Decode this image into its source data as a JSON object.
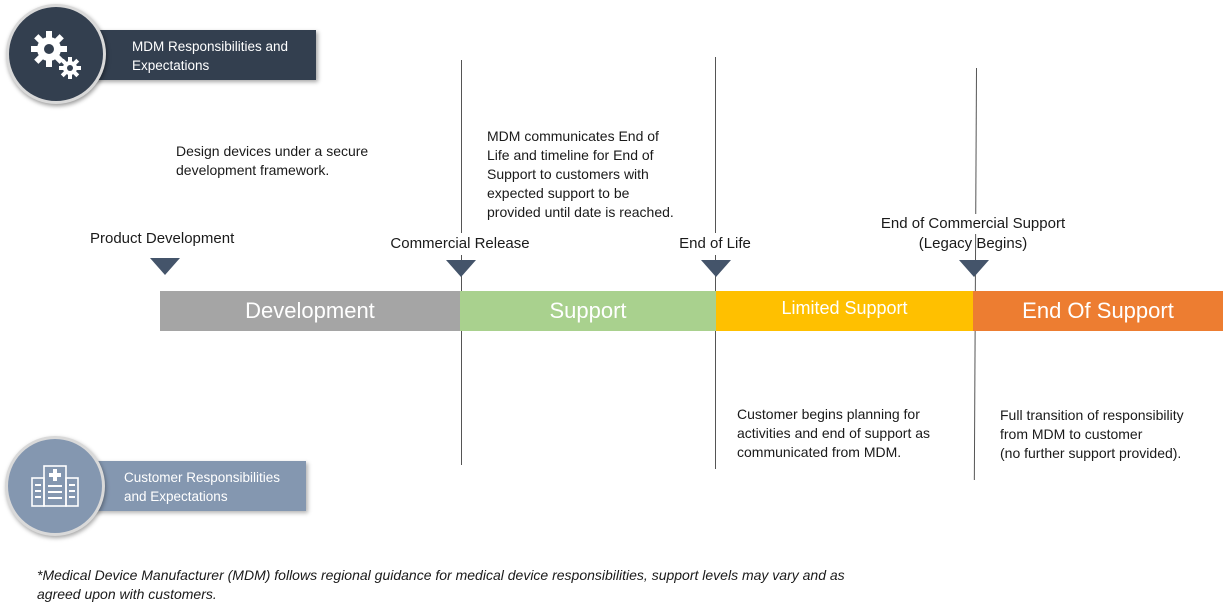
{
  "mdm": {
    "title_line1": "MDM Responsibilities and",
    "title_line2": "Expectations",
    "icon": "gears-icon",
    "color": "#333f4f"
  },
  "customer": {
    "title_line1": "Customer Responsibilities",
    "title_line2": "and Expectations",
    "icon": "hospital-building-icon",
    "color": "#8497b0"
  },
  "mdm_notes": {
    "development": [
      "Design devices under a secure",
      "development framework."
    ],
    "end_of_life": [
      "MDM communicates End of",
      "Life and timeline for End of",
      "Support to customers with",
      "expected support to be",
      "provided until date is reached."
    ]
  },
  "milestones": {
    "product_development": "Product Development",
    "commercial_release": "Commercial Release",
    "end_of_life": "End of Life",
    "end_commercial_support_line1": "End of Commercial Support",
    "end_commercial_support_line2": "(Legacy Begins)"
  },
  "phases": [
    {
      "label": "Development",
      "color": "#a5a5a5"
    },
    {
      "label": "Support",
      "color": "#a9d18e"
    },
    {
      "label": "Limited Support",
      "color": "#ffc000"
    },
    {
      "label": "End Of Support",
      "color": "#ed7d31"
    }
  ],
  "customer_notes": {
    "limited_support": [
      "Customer begins planning for",
      "activities and end of support as",
      "communicated from MDM."
    ],
    "end_of_support": [
      "Full transition of responsibility",
      "from MDM to customer",
      "(no further support provided)."
    ]
  },
  "footnote": {
    "line1": "*Medical Device Manufacturer (MDM) follows regional guidance for medical device responsibilities, support levels may vary and as",
    "line2": "agreed upon with customers."
  }
}
